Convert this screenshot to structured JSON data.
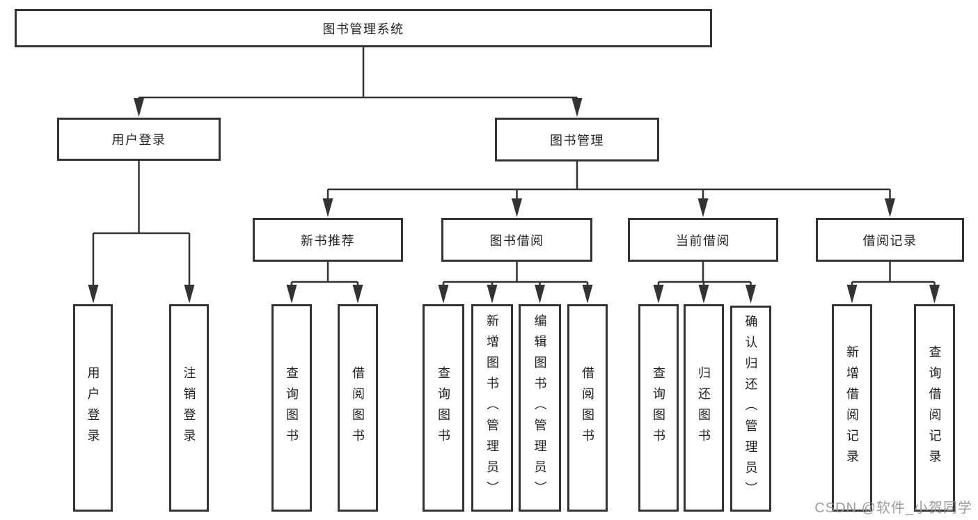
{
  "diagram": {
    "root": {
      "label": "图书管理系统"
    },
    "level2": [
      {
        "label": "用户登录"
      },
      {
        "label": "图书管理"
      }
    ],
    "level3": [
      {
        "label": "新书推荐"
      },
      {
        "label": "图书借阅"
      },
      {
        "label": "当前借阅"
      },
      {
        "label": "借阅记录"
      }
    ],
    "leaves": {
      "user_login": [
        "用户登录",
        "注销登录"
      ],
      "new_book": [
        "查询图书",
        "借阅图书"
      ],
      "book_borrow": [
        "查询图书",
        "新增图书（管理员）",
        "编辑图书（管理员）",
        "借阅图书"
      ],
      "current_borrow": [
        "查询图书",
        "归还图书",
        "确认归还（管理员）"
      ],
      "borrow_records": [
        "新增借阅记录",
        "查询借阅记录"
      ]
    },
    "watermark": "CSDN @软件_小贺同学",
    "colors": {
      "line": "#333333",
      "box_border": "#333333",
      "text": "#222222",
      "watermark": "#919191",
      "background": "#ffffff"
    }
  }
}
